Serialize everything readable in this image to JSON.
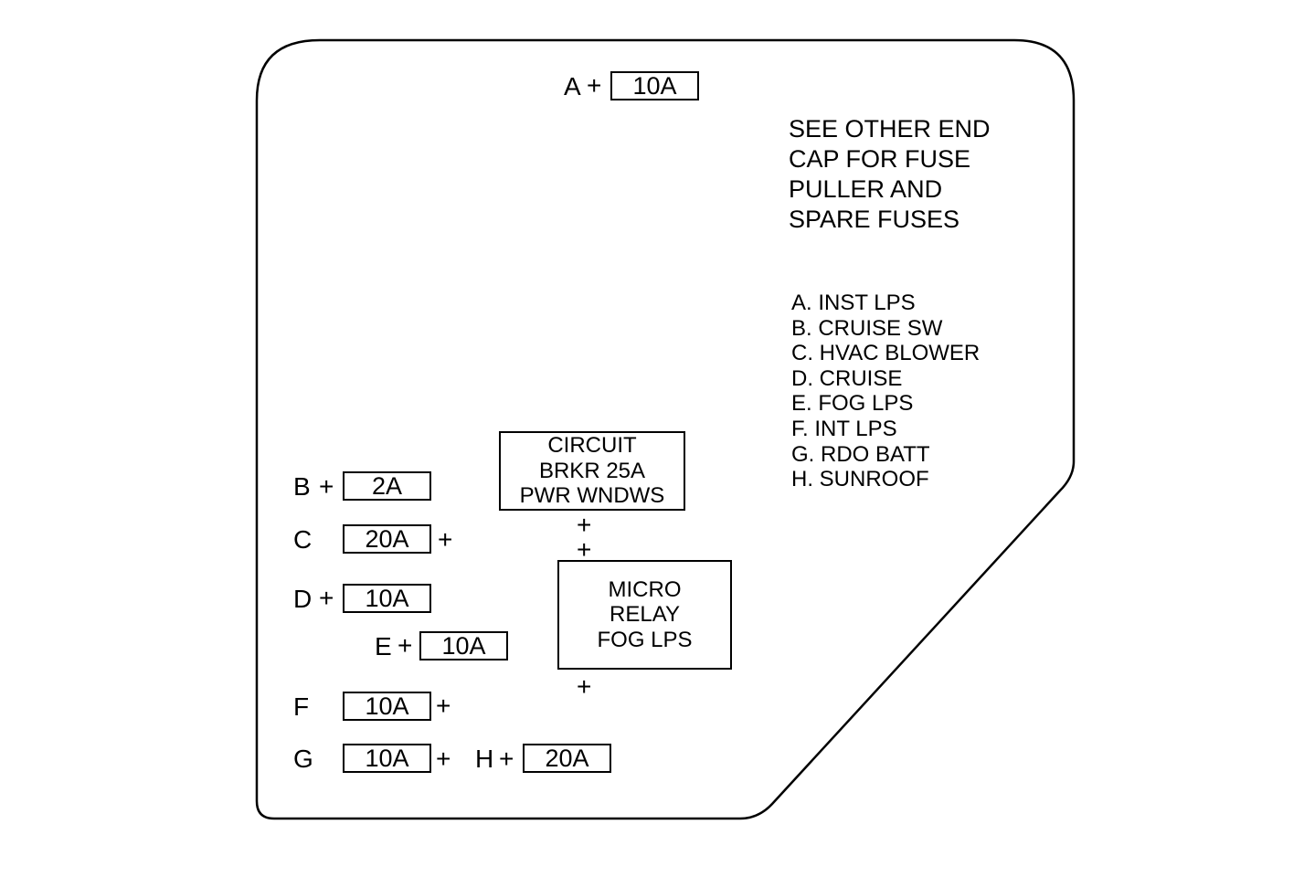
{
  "fuses": {
    "A": {
      "label": "A",
      "rating": "10A"
    },
    "B": {
      "label": "B",
      "rating": "2A"
    },
    "C": {
      "label": "C",
      "rating": "20A"
    },
    "D": {
      "label": "D",
      "rating": "10A"
    },
    "E": {
      "label": "E",
      "rating": "10A"
    },
    "F": {
      "label": "F",
      "rating": "10A"
    },
    "G": {
      "label": "G",
      "rating": "10A"
    },
    "H": {
      "label": "H",
      "rating": "20A"
    }
  },
  "plus_sign": "+",
  "circuit_breaker": {
    "line1": "CIRCUIT",
    "line2": "BRKR 25A",
    "line3": "PWR WNDWS"
  },
  "micro_relay": {
    "line1": "MICRO",
    "line2": "RELAY",
    "line3": "FOG LPS"
  },
  "note": "SEE OTHER END\nCAP FOR FUSE\nPULLER AND\nSPARE FUSES",
  "legend": [
    "A. INST LPS",
    "B. CRUISE SW",
    "C. HVAC BLOWER",
    "D. CRUISE",
    "E. FOG LPS",
    "F. INT LPS",
    "G. RDO BATT",
    "H. SUNROOF"
  ]
}
